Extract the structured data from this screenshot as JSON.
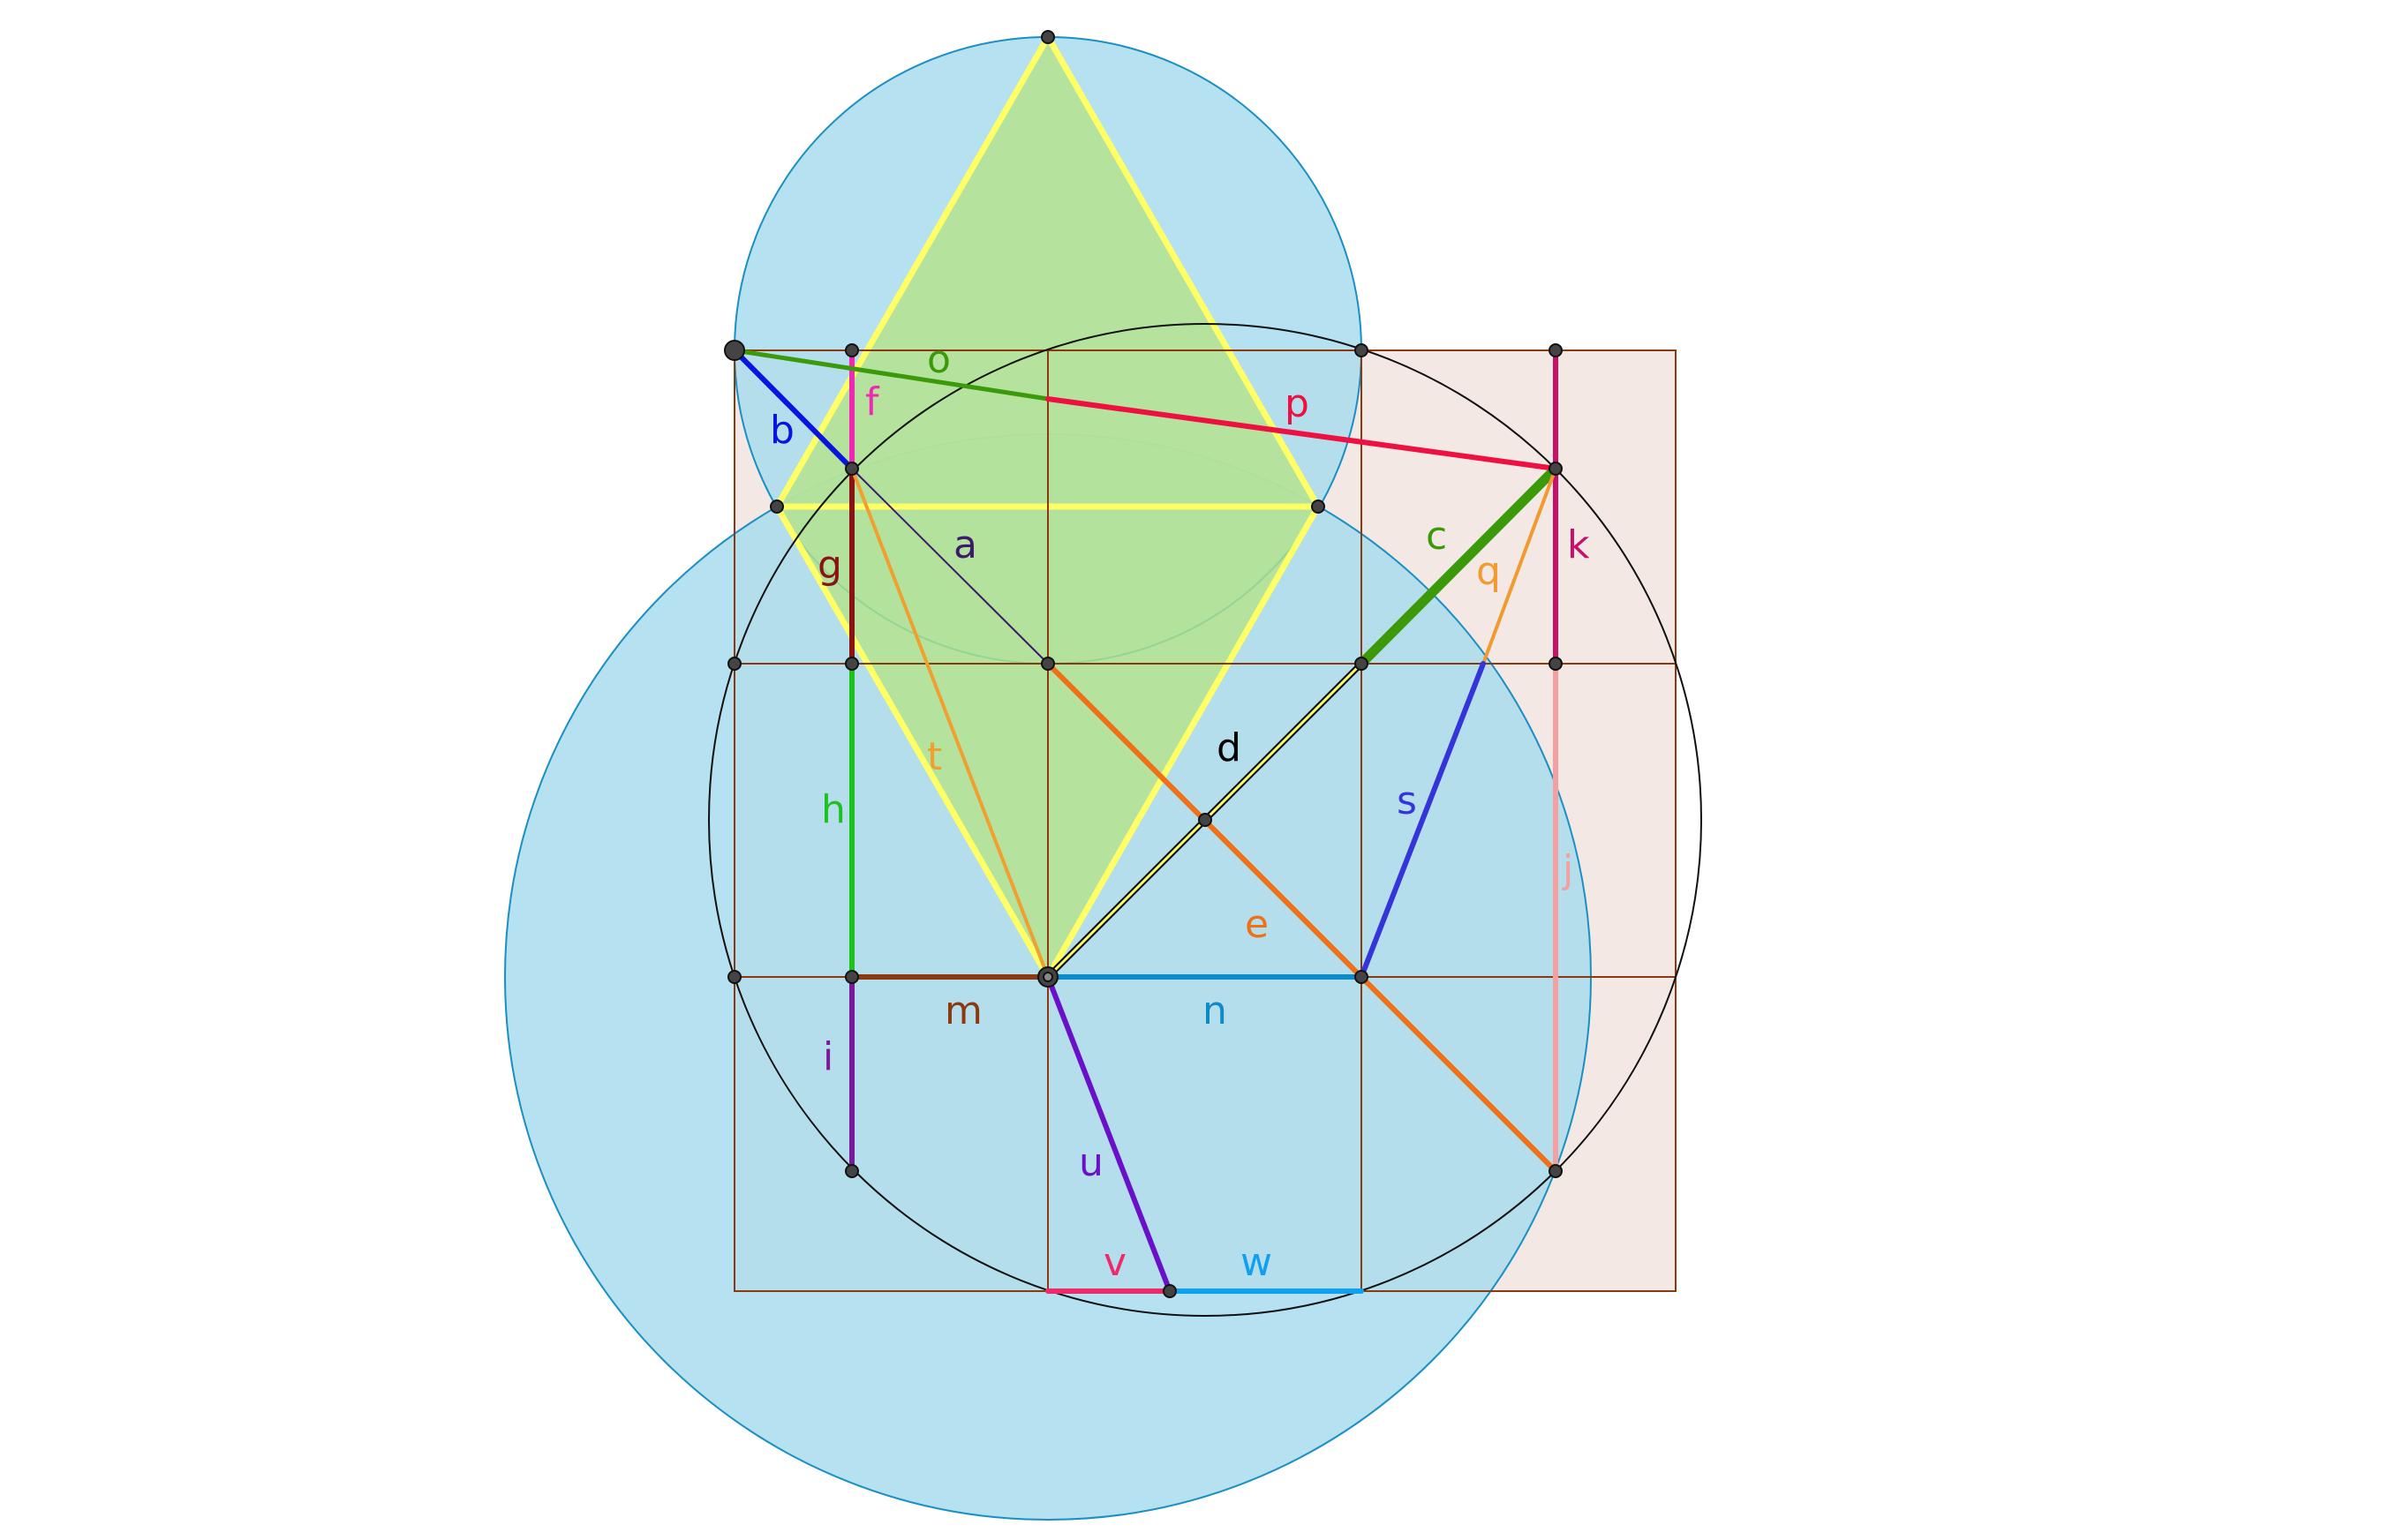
{
  "colors": {
    "grid_fill": "#f3e8e4",
    "grid_line": "#8b3a0f",
    "circle_fill": "#a9dcee",
    "circle_stroke": "#1a8fc4",
    "rhombus_fill": "#b5e388",
    "rhombus_stroke": "#ffff66",
    "point_fill": "#444444",
    "main_circle_stroke": "#111111"
  },
  "segments": [
    {
      "id": "a",
      "label": "a",
      "color": "#3d1a6e"
    },
    {
      "id": "b",
      "label": "b",
      "color": "#0a14e0"
    },
    {
      "id": "c",
      "label": "c",
      "color": "#3a9a0a"
    },
    {
      "id": "d",
      "label": "d",
      "color": "#000000"
    },
    {
      "id": "e",
      "label": "e",
      "color": "#f07018"
    },
    {
      "id": "f",
      "label": "f",
      "color": "#ee2ab4"
    },
    {
      "id": "g",
      "label": "g",
      "color": "#8a1414"
    },
    {
      "id": "h",
      "label": "h",
      "color": "#1ec21e"
    },
    {
      "id": "i",
      "label": "i",
      "color": "#7a1a9a"
    },
    {
      "id": "j",
      "label": "j",
      "color": "#f4a0a0"
    },
    {
      "id": "k",
      "label": "k",
      "color": "#c8106a"
    },
    {
      "id": "m",
      "label": "m",
      "color": "#8b3a0f"
    },
    {
      "id": "n",
      "label": "n",
      "color": "#0e8ac8"
    },
    {
      "id": "o",
      "label": "o",
      "color": "#3a9a0a"
    },
    {
      "id": "p",
      "label": "p",
      "color": "#ee1040"
    },
    {
      "id": "q",
      "label": "q",
      "color": "#f09a30"
    },
    {
      "id": "s",
      "label": "s",
      "color": "#3434d8"
    },
    {
      "id": "t",
      "label": "t",
      "color": "#f0a030"
    },
    {
      "id": "u",
      "label": "u",
      "color": "#6a10c8"
    },
    {
      "id": "v",
      "label": "v",
      "color": "#ee2a6a"
    },
    {
      "id": "w",
      "label": "w",
      "color": "#10a0f0"
    }
  ]
}
